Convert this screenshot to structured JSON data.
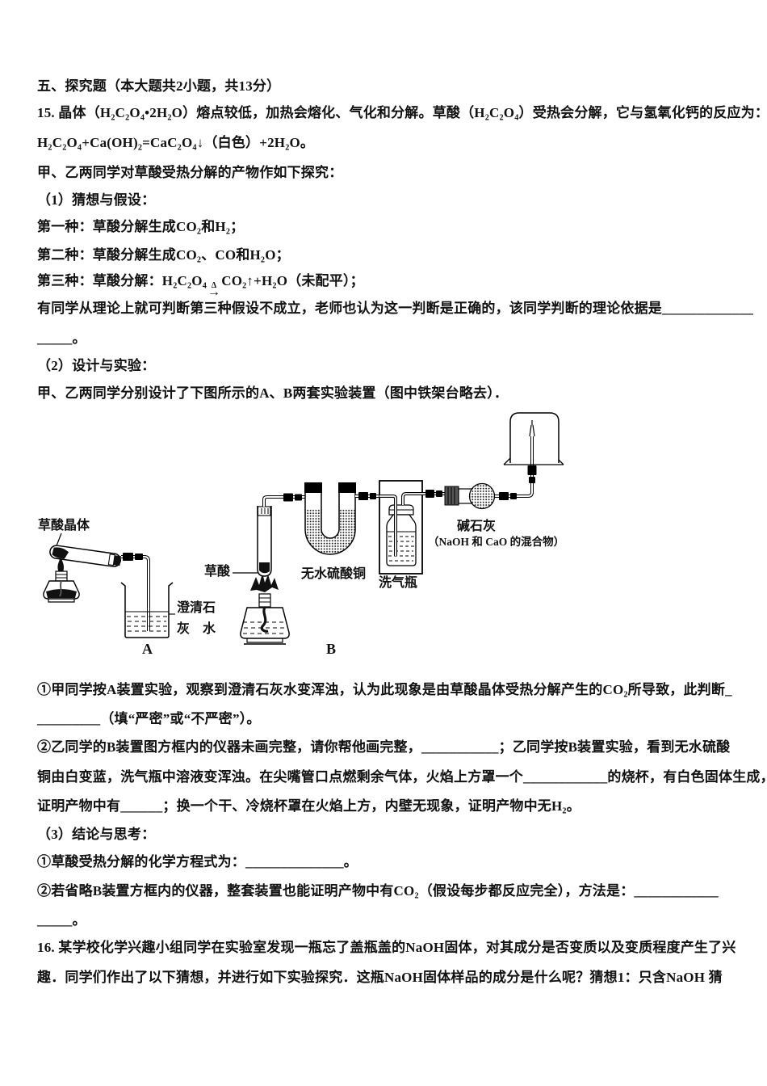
{
  "document": {
    "header": "五、探究题（本大题共2小题，共13分）",
    "q15": {
      "l1": "15. 晶体（H₂C₂O₄•2H₂O）熔点较低，加热会熔化、气化和分解。草酸（H₂C₂O₄）受热会分解，它与氢氧化钙的反应为：",
      "eq": "H₂C₂O₄+Ca(OH)₂=CaC₂O₄↓（白色）+2H₂O。",
      "l2": "甲、乙两同学对草酸受热分解的产物作如下探究：",
      "p1": "（1）猜想与假设：",
      "g1": "第一种：草酸分解生成CO₂和H₂；",
      "g2": "第二种：草酸分解生成CO₂、CO和H₂O；",
      "g3pre": "第三种：草酸分解：H₂C₂O₄",
      "g3top": "Δ",
      "g3bot": "→",
      "g3post": "CO₂↑+H₂O（未配平）；",
      "r1": "有同学从理论上就可判断第三种假设不成立，老师也认为这一判断是正确的，该同学判断的理论依据是_____________",
      "r2": "_____。",
      "p2": "（2）设计与实验：",
      "design": "甲、乙两同学分别设计了下图所示的A、B两套实验装置（图中铁架台略去）．",
      "a1a": "①甲同学按A装置实验，观察到澄清石灰水变浑浊，认为此现象是由草酸晶体受热分解产生的CO₂所导致，此判断_",
      "a1b": "_________（填“严密”或“不严密”）。",
      "a2a": "②乙同学的B装置图方框内的仪器未画完整，请你帮他画完整，___________；乙同学按B装置实验，看到无水硫酸",
      "a2b": "铜由白变蓝，洗气瓶中溶液变浑浊。在尖嘴管口点燃剩余气体，火焰上方罩一个____________的烧杯，有白色固体生成，",
      "a2c": "证明产物中有______；换一个干、冷烧杯罩在火焰上方，内壁无现象，证明产物中无H₂。",
      "p3": "（3）结论与思考：",
      "c1": "①草酸受热分解的化学方程式为：______________。",
      "c2a": "②若省略B装置方框内的仪器，整套装置也能证明产物中有CO₂（假设每步都反应完全），方法是：____________",
      "c2b": "_____。"
    },
    "q16": {
      "l1": "16. 某学校化学兴趣小组同学在实验室发现一瓶忘了盖瓶盖的NaOH固体，对其成分是否变质以及变质程度产生了兴",
      "l2": "趣．同学们作出了以下猜想，并进行如下实验探究．这瓶NaOH固体样品的成分是什么呢？猜想1：只含NaOH 猜"
    },
    "diagram": {
      "labels": {
        "oxalic_crystal": "草酸晶体",
        "limewater1": "澄清石",
        "limewater2": "灰　水",
        "label_a": "A",
        "oxalic_acid": "草酸",
        "copper_sulfate": "无水硫酸铜",
        "wash_bottle": "洗气瓶",
        "soda_lime": "碱石灰",
        "soda_lime_note": "（NaOH 和 CaO 的混合物）",
        "label_b": "B"
      }
    }
  }
}
